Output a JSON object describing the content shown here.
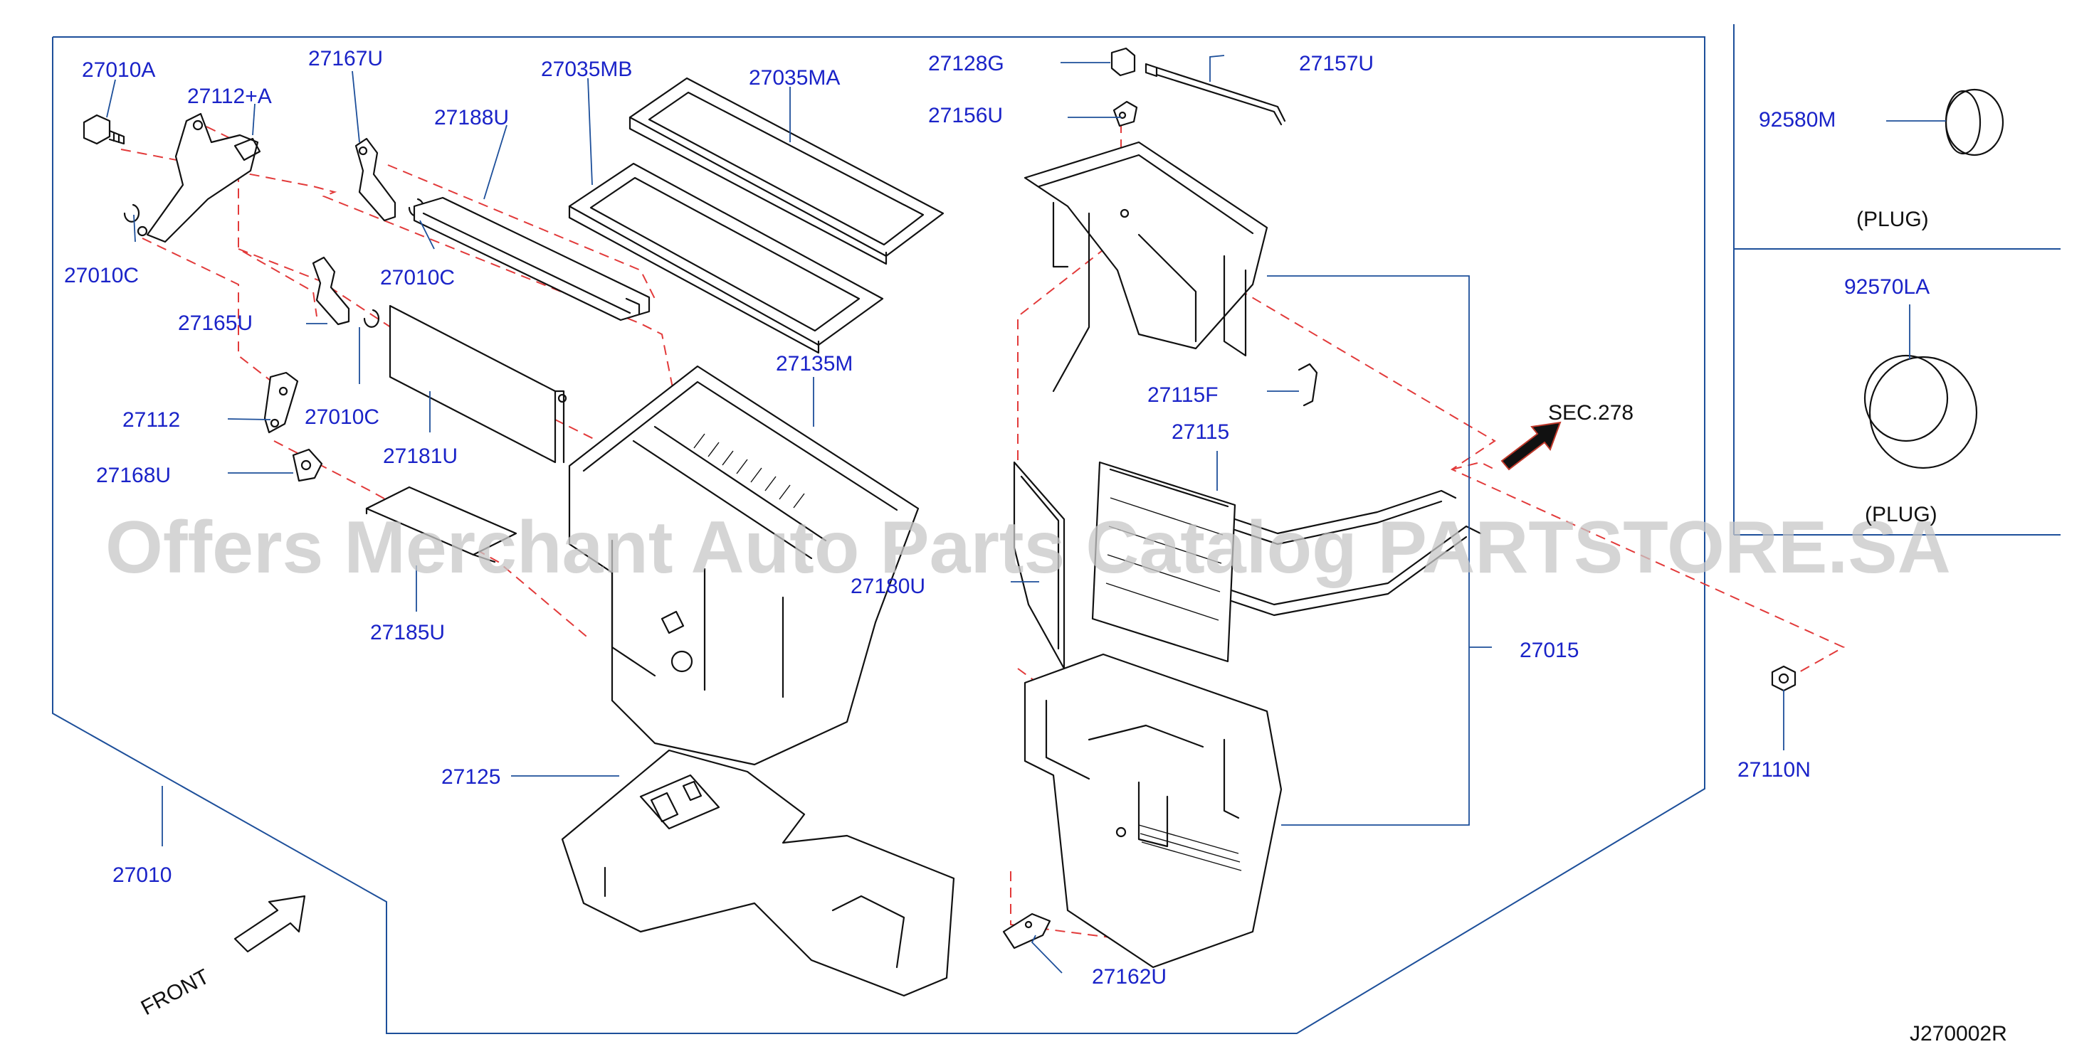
{
  "diagram": {
    "drawing_code": "J270002R",
    "watermark": "Offers Merchant Auto Parts Catalog PARTSTORE.SA",
    "front_label": "FRONT",
    "section_ref": "SEC.278",
    "labels": {
      "p27010A": "27010A",
      "p27112A": "27112+A",
      "p27167U": "27167U",
      "p27188U": "27188U",
      "p27035MB": "27035MB",
      "p27035MA": "27035MA",
      "p27010C_1": "27010C",
      "p27010C_2": "27010C",
      "p27010C_3": "27010C",
      "p27165U": "27165U",
      "p27112": "27112",
      "p27168U": "27168U",
      "p27181U": "27181U",
      "p27185U": "27185U",
      "p27135M": "27135M",
      "p27125": "27125",
      "p27010": "27010",
      "p27128G": "27128G",
      "p27157U": "27157U",
      "p27156U": "27156U",
      "p27115F": "27115F",
      "p27115": "27115",
      "p27180U": "27180U",
      "p27015": "27015",
      "p27162U": "27162U",
      "p27110N": "27110N",
      "p92580M": "92580M",
      "p92570LA": "92570LA"
    },
    "plug_caption_1": "(PLUG)",
    "plug_caption_2": "(PLUG)",
    "colors": {
      "label": "#1a23c8",
      "leader": "#1d4f9a",
      "dash": "#e23a3a",
      "line": "#111111"
    }
  }
}
